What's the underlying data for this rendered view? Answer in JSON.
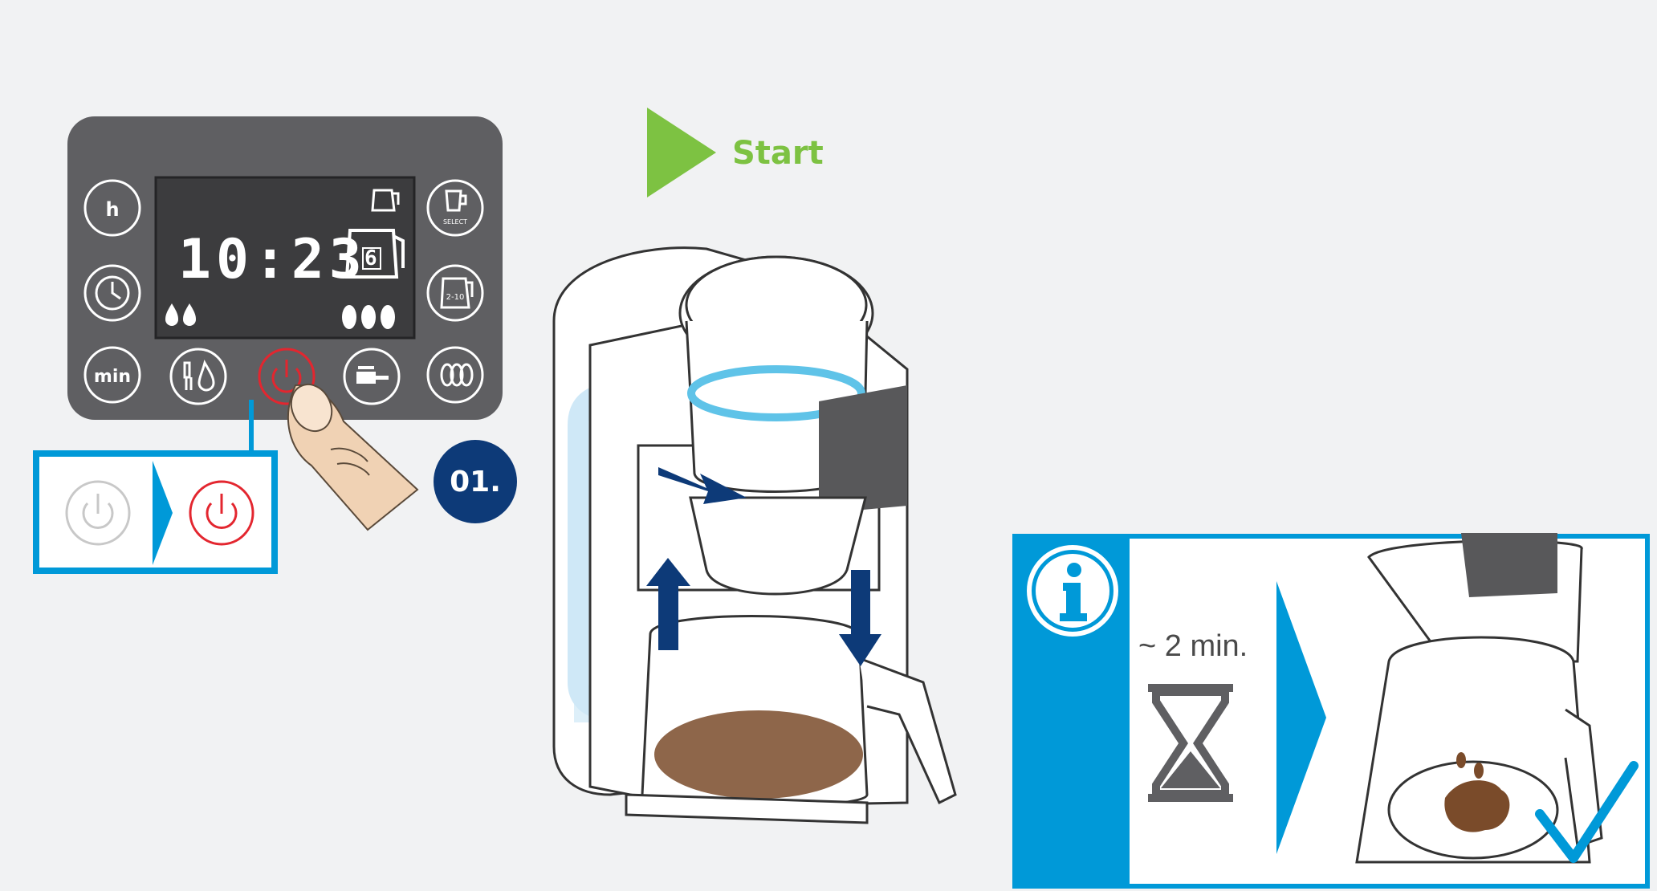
{
  "start": {
    "label": "Start",
    "color": "#7dc242"
  },
  "control_panel": {
    "clock": "10:23",
    "cups": "6",
    "buttons": {
      "hour": "h",
      "minute": "min",
      "select": "SELECT",
      "carafe_small": "2-10"
    }
  },
  "step": {
    "number": "01."
  },
  "info": {
    "duration": "~ 2 min."
  },
  "colors": {
    "panel": "#5f5f62",
    "accent_blue": "#0099d8",
    "dark_blue": "#0d3a78",
    "power_red": "#e3262f",
    "coffee": "#7a4b2a"
  }
}
